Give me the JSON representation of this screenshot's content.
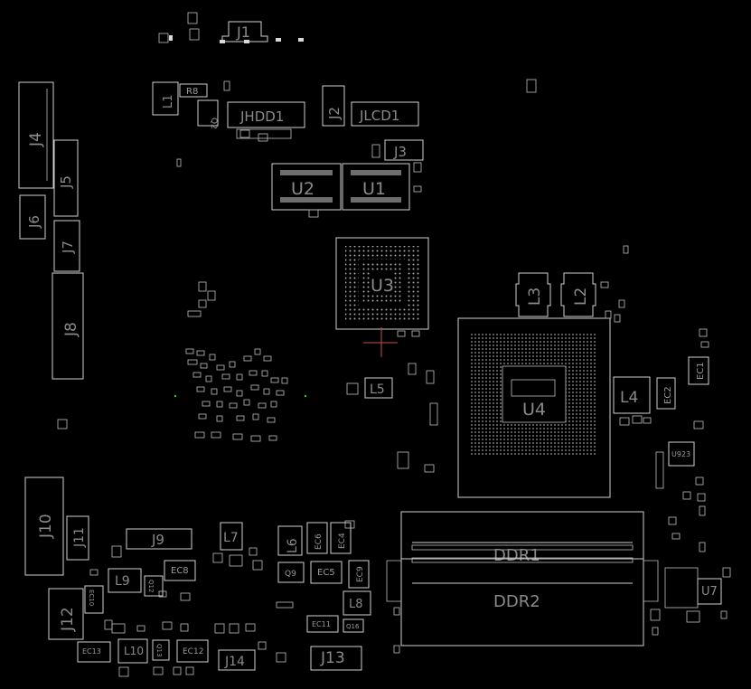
{
  "labels": {
    "J1": "J1",
    "R8": "R8",
    "L1": "L1",
    "Q2": "Q2",
    "JHDD1": "JHDD1",
    "J2": "J2",
    "JLCD1": "JLCD1",
    "J3": "J3",
    "J4": "J4",
    "J5": "J5",
    "J6": "J6",
    "J7": "J7",
    "U2": "U2",
    "U1": "U1",
    "U3": "U3",
    "J8": "J8",
    "L3": "L3",
    "L2": "L2",
    "L5": "L5",
    "U4": "U4",
    "L4": "L4",
    "EC2": "EC2",
    "EC1": "EC1",
    "U923": "U923",
    "J10": "J10",
    "J11": "J11",
    "J9": "J9",
    "L7": "L7",
    "L6": "L6",
    "EC6": "EC6",
    "EC4": "EC4",
    "EC8": "EC8",
    "L9": "L9",
    "Q12": "Q12",
    "Q9": "Q9",
    "EC5": "EC5",
    "EC9": "EC9",
    "DDR1": "DDR1",
    "DDR2": "DDR2",
    "U7": "U7",
    "J12": "J12",
    "EC10": "EC10",
    "L8": "L8",
    "EC11": "EC11",
    "Q16": "Q16",
    "J13": "J13",
    "EC13": "EC13",
    "L10": "L10",
    "Q13": "Q13",
    "EC12": "EC12",
    "J14": "J14"
  },
  "colors": {
    "background": "#000000",
    "outline": "#cfcfcf",
    "label": "#8a8a8a"
  }
}
